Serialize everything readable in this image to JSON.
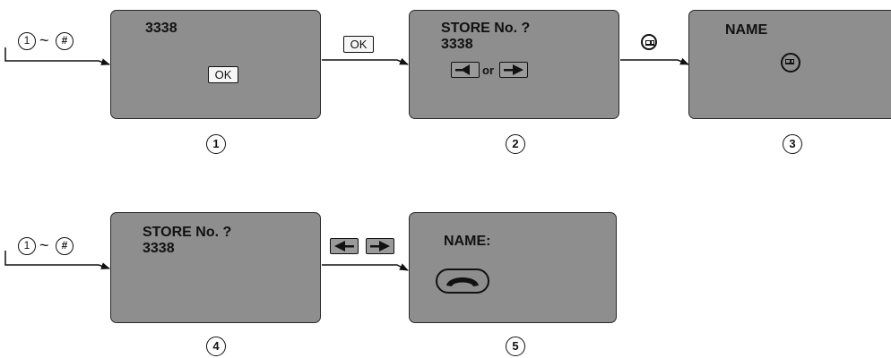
{
  "steps": [
    {
      "number": "1",
      "screen_lines": [
        "3338"
      ],
      "screen_key": "OK"
    },
    {
      "number": "2",
      "screen_lines": [
        "STORE No. ?",
        "3338"
      ],
      "screen_keys_joiner": "or",
      "transition_key_in": "OK"
    },
    {
      "number": "3",
      "screen_lines": [
        "NAME"
      ],
      "screen_key": "phonebook-icon",
      "transition_key_in": "phonebook-icon"
    },
    {
      "number": "4",
      "screen_lines": [
        "STORE No. ?",
        "3338"
      ]
    },
    {
      "number": "5",
      "screen_lines": [
        "NAME:"
      ],
      "screen_key": "handset-icon",
      "transition_key_in": "left-right-arrow-keys"
    }
  ],
  "input_range": {
    "from": "1",
    "to": "#",
    "separator": "~"
  },
  "colors": {
    "screen_fill": "#8e8e8e",
    "screen_border": "#2a2a2a",
    "stroke": "#111111"
  }
}
